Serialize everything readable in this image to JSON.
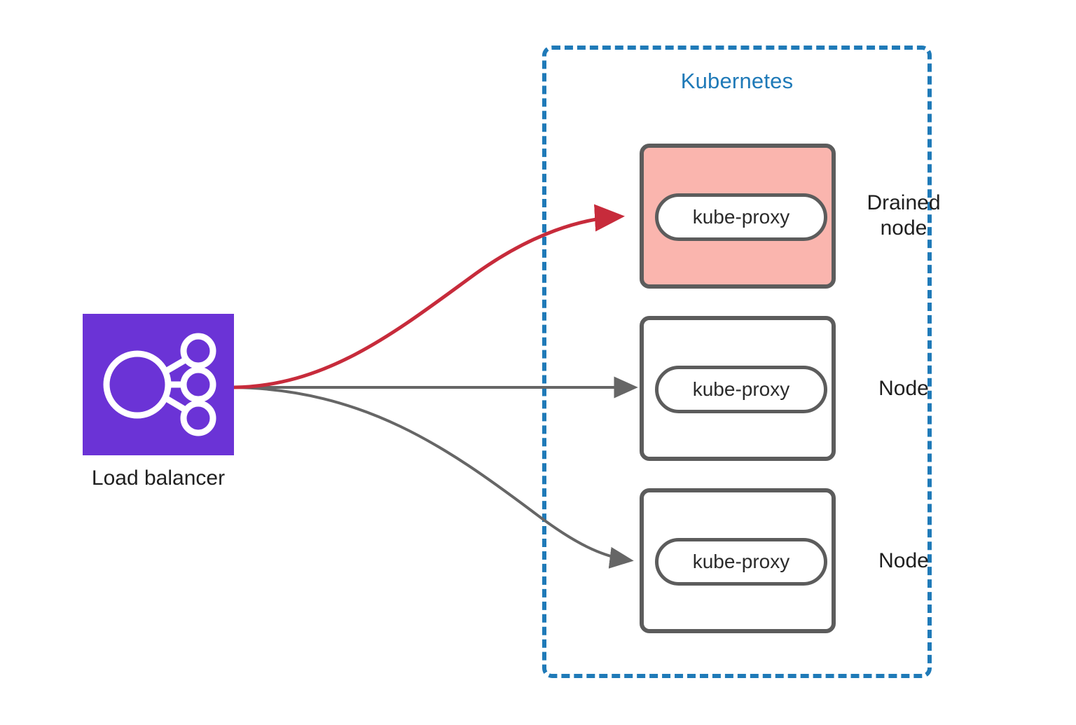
{
  "diagram": {
    "title": "Kubernetes load balancer traffic to drained node",
    "background": "#ffffff"
  },
  "colors": {
    "boundary_blue": "#1f7ab8",
    "node_border_gray": "#5c5c5c",
    "drained_fill_pink": "#fab5ae",
    "load_balancer_purple": "#6b33d6",
    "failed_edge_red": "#c72b3b",
    "healthy_edge_gray": "#666666",
    "text_dark": "#1f1f1f"
  },
  "cluster": {
    "label": "Kubernetes",
    "border_style": "dashed"
  },
  "load_balancer": {
    "label": "Load balancer",
    "icon": "load-balancer-icon"
  },
  "nodes": [
    {
      "id": "drained-node",
      "label": "Drained\nnode",
      "pod": "kube-proxy",
      "state": "drained",
      "fill": "#fab5ae"
    },
    {
      "id": "node-2",
      "label": "Node",
      "pod": "kube-proxy",
      "state": "ready",
      "fill": "#ffffff"
    },
    {
      "id": "node-3",
      "label": "Node",
      "pod": "kube-proxy",
      "state": "ready",
      "fill": "#ffffff"
    }
  ],
  "edges": [
    {
      "id": "edge-to-drained",
      "from": "load-balancer",
      "to": "drained-node",
      "color": "#c72b3b",
      "style": "curved-arrow"
    },
    {
      "id": "edge-to-node-2",
      "from": "load-balancer",
      "to": "node-2",
      "color": "#666666",
      "style": "straight-arrow"
    },
    {
      "id": "edge-to-node-3",
      "from": "load-balancer",
      "to": "node-3",
      "color": "#666666",
      "style": "curved-arrow"
    }
  ]
}
